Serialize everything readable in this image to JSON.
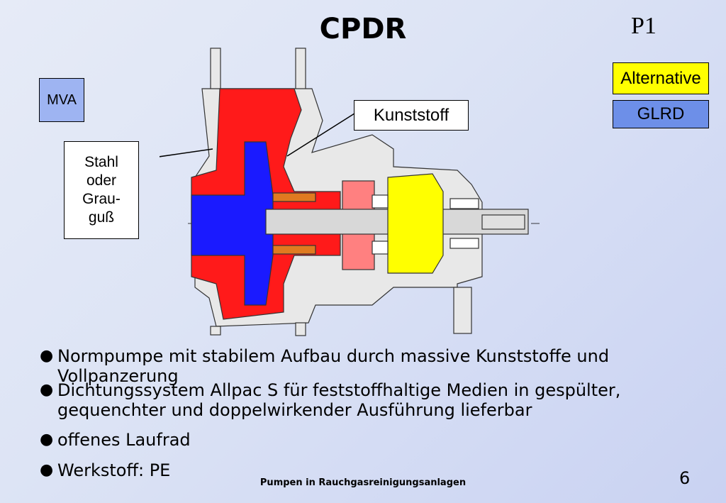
{
  "title": "CPDR",
  "slide_id": "P1",
  "labels": {
    "mva": "MVA",
    "alternative": "Alternative",
    "glrd": "GLRD",
    "kunststoff": "Kunststoff",
    "stahl_line1": "Stahl",
    "stahl_line2": "oder",
    "stahl_line3": "Grau-",
    "stahl_line4": "guß"
  },
  "bullets": [
    {
      "text": "Normpumpe mit stabilem Aufbau durch massive Kunststoffe und Vollpanzerung"
    },
    {
      "text": "Dichtungssystem Allpac S für feststoffhaltige Medien in gespülter, gequenchter und doppelwirkender Ausführung lieferbar"
    },
    {
      "text": "offenes Laufrad"
    },
    {
      "text": "Werkstoff: PE"
    }
  ],
  "footer": "Pumpen in Rauchgasreinigungsanlagen",
  "page_number": "6",
  "colors": {
    "casing": "#e8e8e8",
    "plastic_red": "#ff1a1a",
    "impeller_blue": "#1a1aff",
    "bearing_yellow": "#ffff00",
    "seal_pink": "#ff8080"
  }
}
